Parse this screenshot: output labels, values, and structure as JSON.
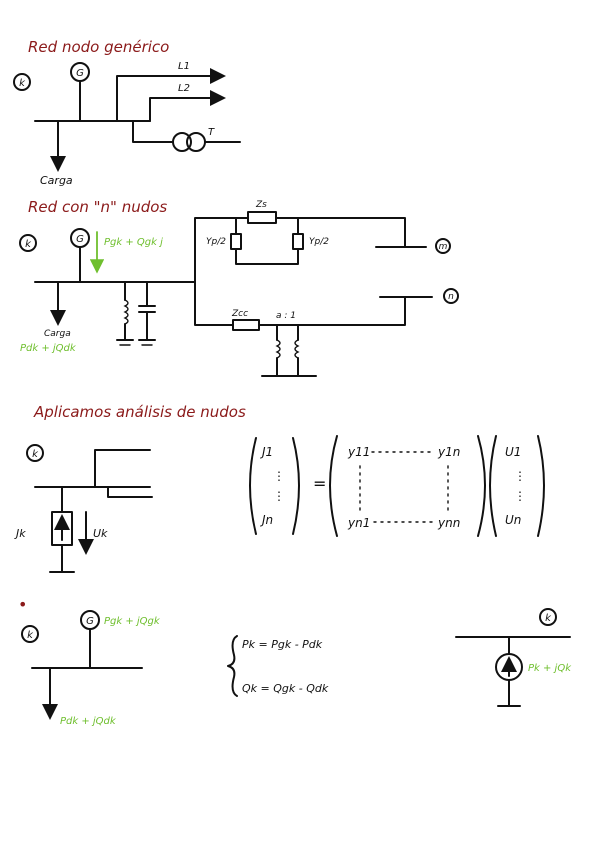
{
  "colors": {
    "title": "#8b1a1a",
    "green": "#6fbf2e",
    "ink": "#111111"
  },
  "section1": {
    "title": "Red nodo genérico",
    "node": "k",
    "gen": "G",
    "line1": "L1",
    "line2": "L2",
    "trafo": "T",
    "load": "Carga"
  },
  "section2": {
    "title": "Red con \"n\" nudos",
    "node": "k",
    "gen": "G",
    "gen_power": "Pgk + Qgk j",
    "series_z": "Zs",
    "shunt_left": "Yp/2",
    "shunt_right": "Yp/2",
    "node_m": "m",
    "node_n": "n",
    "zcc": "Zcc",
    "ratio": "a : 1",
    "load": "Carga",
    "load_power": "Pdk + jQdk"
  },
  "section3": {
    "title": "Aplicamos análisis de nudos",
    "node": "k",
    "current": "Jk",
    "voltage": "Uk",
    "vec_j": [
      "J1",
      "Jn"
    ],
    "eq": "=",
    "matrix": [
      "y11",
      "y1n",
      "yn1",
      "ynn"
    ],
    "vec_u": [
      "U1",
      "Un"
    ]
  },
  "section4": {
    "bullet": "•",
    "node": "k",
    "gen": "G",
    "gen_power": "Pgk + jQgk",
    "load_power": "Pdk + jQdk",
    "eq1": "Pk = Pgk - Pdk",
    "eq2": "Qk = Qgk - Qdk",
    "node_right": "k",
    "inj_power": "Pk + jQk"
  }
}
